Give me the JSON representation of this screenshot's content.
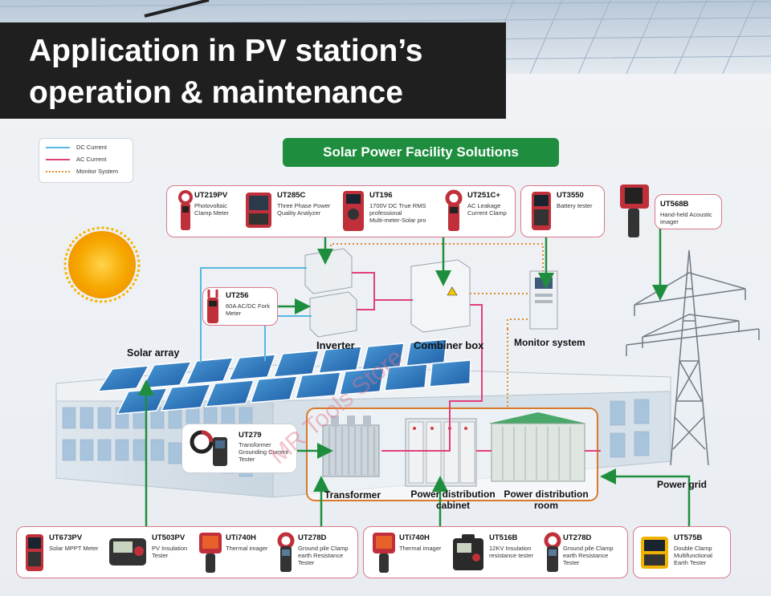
{
  "title": {
    "line1": "Application in PV station’s",
    "line2": "operation & maintenance"
  },
  "header_pill": "Solar Power Facility Solutions",
  "legend": [
    {
      "label": "DC Current",
      "color": "#56b7e0",
      "style": "solid"
    },
    {
      "label": "AC Current",
      "color": "#e0407a",
      "style": "solid"
    },
    {
      "label": "Monitor System",
      "color": "#e08a2e",
      "style": "dotted"
    }
  ],
  "colors": {
    "dc": "#56b7e0",
    "ac": "#e0407a",
    "monitor": "#e08a2e",
    "green": "#1e8e3e",
    "box_border": "#d9778a"
  },
  "top_devices": [
    {
      "code": "UT219PV",
      "desc": [
        "Photovoltaic",
        "Clamp Meter"
      ],
      "icon": "clamp-meter-icon"
    },
    {
      "code": "UT285C",
      "desc": [
        "Three Phase Power",
        "Quality Analyzer"
      ],
      "icon": "power-analyzer-icon"
    },
    {
      "code": "UT196",
      "desc": [
        "1700V DC True RMS",
        "professional",
        "Multi-meter-Solar pro"
      ],
      "icon": "multimeter-icon"
    },
    {
      "code": "UT251C+",
      "desc": [
        "AC Leakage",
        "Current Clamp"
      ],
      "icon": "leakage-clamp-icon"
    },
    {
      "code": "UT3550",
      "desc": [
        "Battery tester"
      ],
      "icon": "battery-tester-icon"
    }
  ],
  "acoustic": {
    "code": "UT568B",
    "desc": [
      "Hand-held Acoustic",
      "imager"
    ],
    "icon": "acoustic-imager-icon"
  },
  "fork_meter": {
    "code": "UT256",
    "desc": [
      "60A AC/DC Fork",
      "Meter"
    ],
    "icon": "fork-meter-icon"
  },
  "grounding": {
    "code": "UT279",
    "desc": [
      "Transformer",
      "Grounding Current",
      "Tester"
    ],
    "icon": "grounding-clamp-icon"
  },
  "component_labels": {
    "inverter": "Inverter",
    "combiner": "Combiner box",
    "monitor": "Monitor system",
    "solar_array": "Solar array",
    "transformer": "Transformer",
    "pd_cabinet": [
      "Power distribution",
      "cabinet"
    ],
    "pd_room": [
      "Power distribution",
      "room"
    ],
    "power_grid": "Power grid"
  },
  "bottom_left": [
    {
      "code": "UT673PV",
      "desc": [
        "Solar MPPT Meter"
      ],
      "icon": "mppt-meter-icon"
    },
    {
      "code": "UT503PV",
      "desc": [
        "PV Insulation",
        "Tester"
      ],
      "icon": "insulation-tester-icon"
    },
    {
      "code": "UTi740H",
      "desc": [
        "Thermal imager"
      ],
      "icon": "thermal-imager-icon"
    },
    {
      "code": "UT278D",
      "desc": [
        "Ground pile Clamp",
        "earth Resistance",
        "Tester"
      ],
      "icon": "earth-clamp-icon"
    }
  ],
  "bottom_mid": [
    {
      "code": "UTi740H",
      "desc": [
        "Thermal imager"
      ],
      "icon": "thermal-imager-icon"
    },
    {
      "code": "UT516B",
      "desc": [
        "12KV Insulation",
        "resistance tester"
      ],
      "icon": "insulation-case-icon"
    },
    {
      "code": "UT278D",
      "desc": [
        "Ground pile Clamp",
        "earth Resistance",
        "Tester"
      ],
      "icon": "earth-clamp-icon"
    }
  ],
  "bottom_right": {
    "code": "UT575B",
    "desc": [
      "Double Clamp",
      "Multifunctional",
      "Earth Tester"
    ],
    "icon": "double-clamp-icon"
  },
  "watermark": "MR Tools Store"
}
